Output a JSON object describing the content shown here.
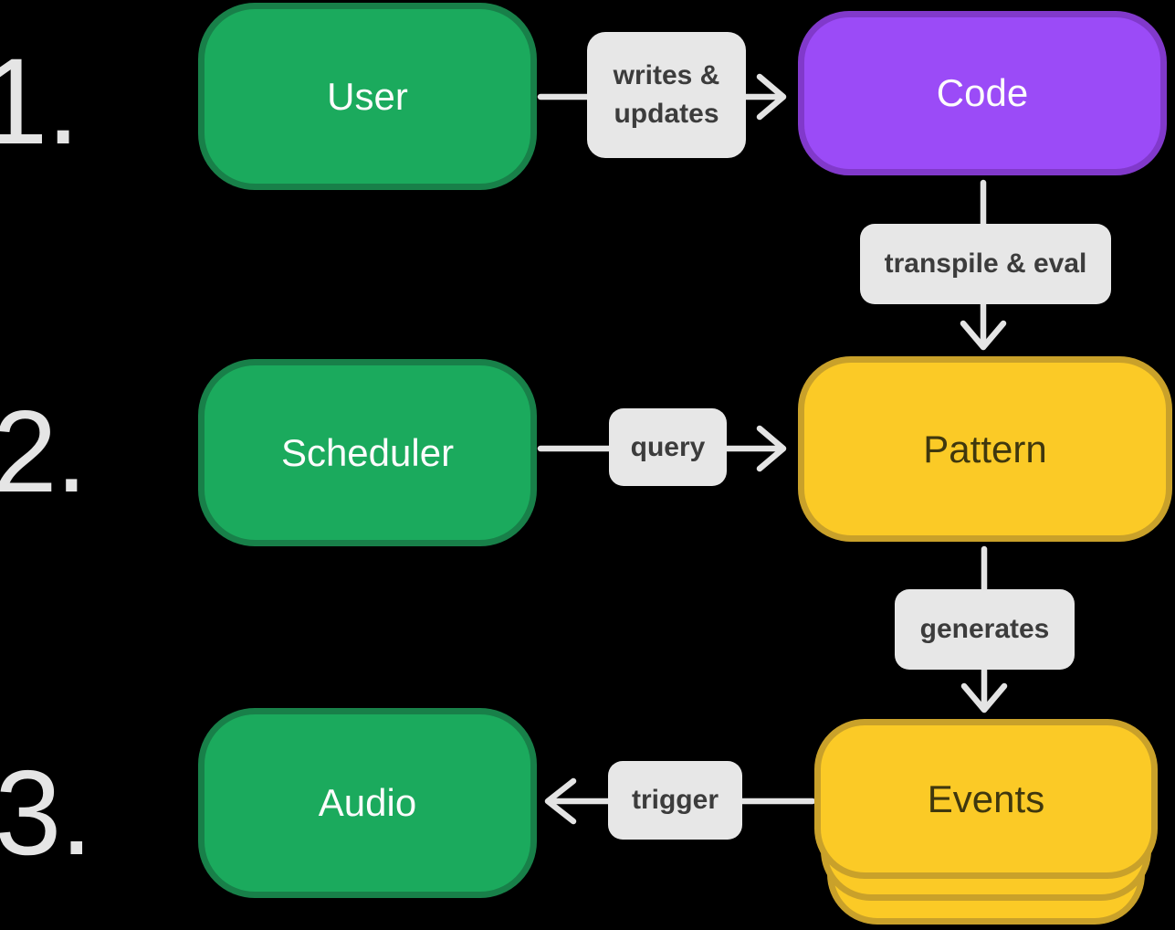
{
  "palette": {
    "background": "#000000",
    "green_fill": "#1BAA5D",
    "green_border": "#188049",
    "purple_fill": "#9B4BF7",
    "purple_border": "#8139CB",
    "yellow_fill": "#FBCA26",
    "yellow_border": "#C9A12A",
    "chip_background": "#E7E7E7",
    "chip_text": "#3C3C3C",
    "arrow": "#E4E4E4",
    "step_number_text": "#E5E5E5",
    "node_text_light": "#FCFCFC",
    "node_text_dark": "#3F370E"
  },
  "steps": [
    "1.",
    "2.",
    "3."
  ],
  "nodes": {
    "user": {
      "label": "User"
    },
    "code": {
      "label": "Code"
    },
    "scheduler": {
      "label": "Scheduler"
    },
    "pattern": {
      "label": "Pattern"
    },
    "audio": {
      "label": "Audio"
    },
    "events": {
      "label": "Events"
    }
  },
  "edges": {
    "writes_updates": {
      "label": "writes & updates"
    },
    "transpile_eval": {
      "label": "transpile & eval"
    },
    "query": {
      "label": "query"
    },
    "generates": {
      "label": "generates"
    },
    "trigger": {
      "label": "trigger"
    }
  }
}
